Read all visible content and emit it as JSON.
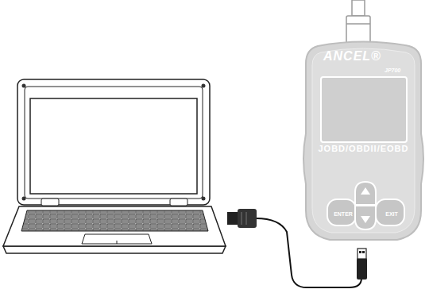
{
  "diagram": {
    "nodes": [
      {
        "text": [
          "ANCEL®",
          "JP700",
          "JOBD/OBDII/EOBD"
        ]
      },
      {
        "text": [
          "ENTER"
        ],
        "in": 0
      },
      {
        "text": [
          "EXIT"
        ],
        "in": 0
      }
    ]
  }
}
